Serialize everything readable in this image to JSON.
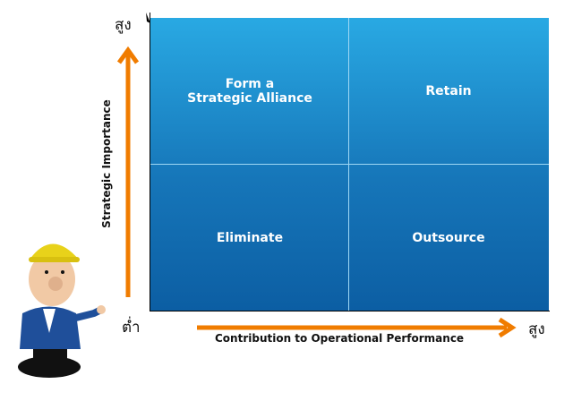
{
  "quadrants": {
    "top_left": "Form a\nStrategic Alliance",
    "top_right": "Retain",
    "bottom_left": "Eliminate",
    "bottom_right": "Outsource"
  },
  "y_axis": {
    "label": "Strategic Importance",
    "high": "สูง",
    "low": "ต่ำ"
  },
  "x_axis": {
    "label": "Contribution to Operational Performance",
    "high": "สูง"
  },
  "colors": {
    "grid_top": "#29a9e3",
    "grid_bottom": "#0c5ea3",
    "arrow": "#f07c00"
  }
}
